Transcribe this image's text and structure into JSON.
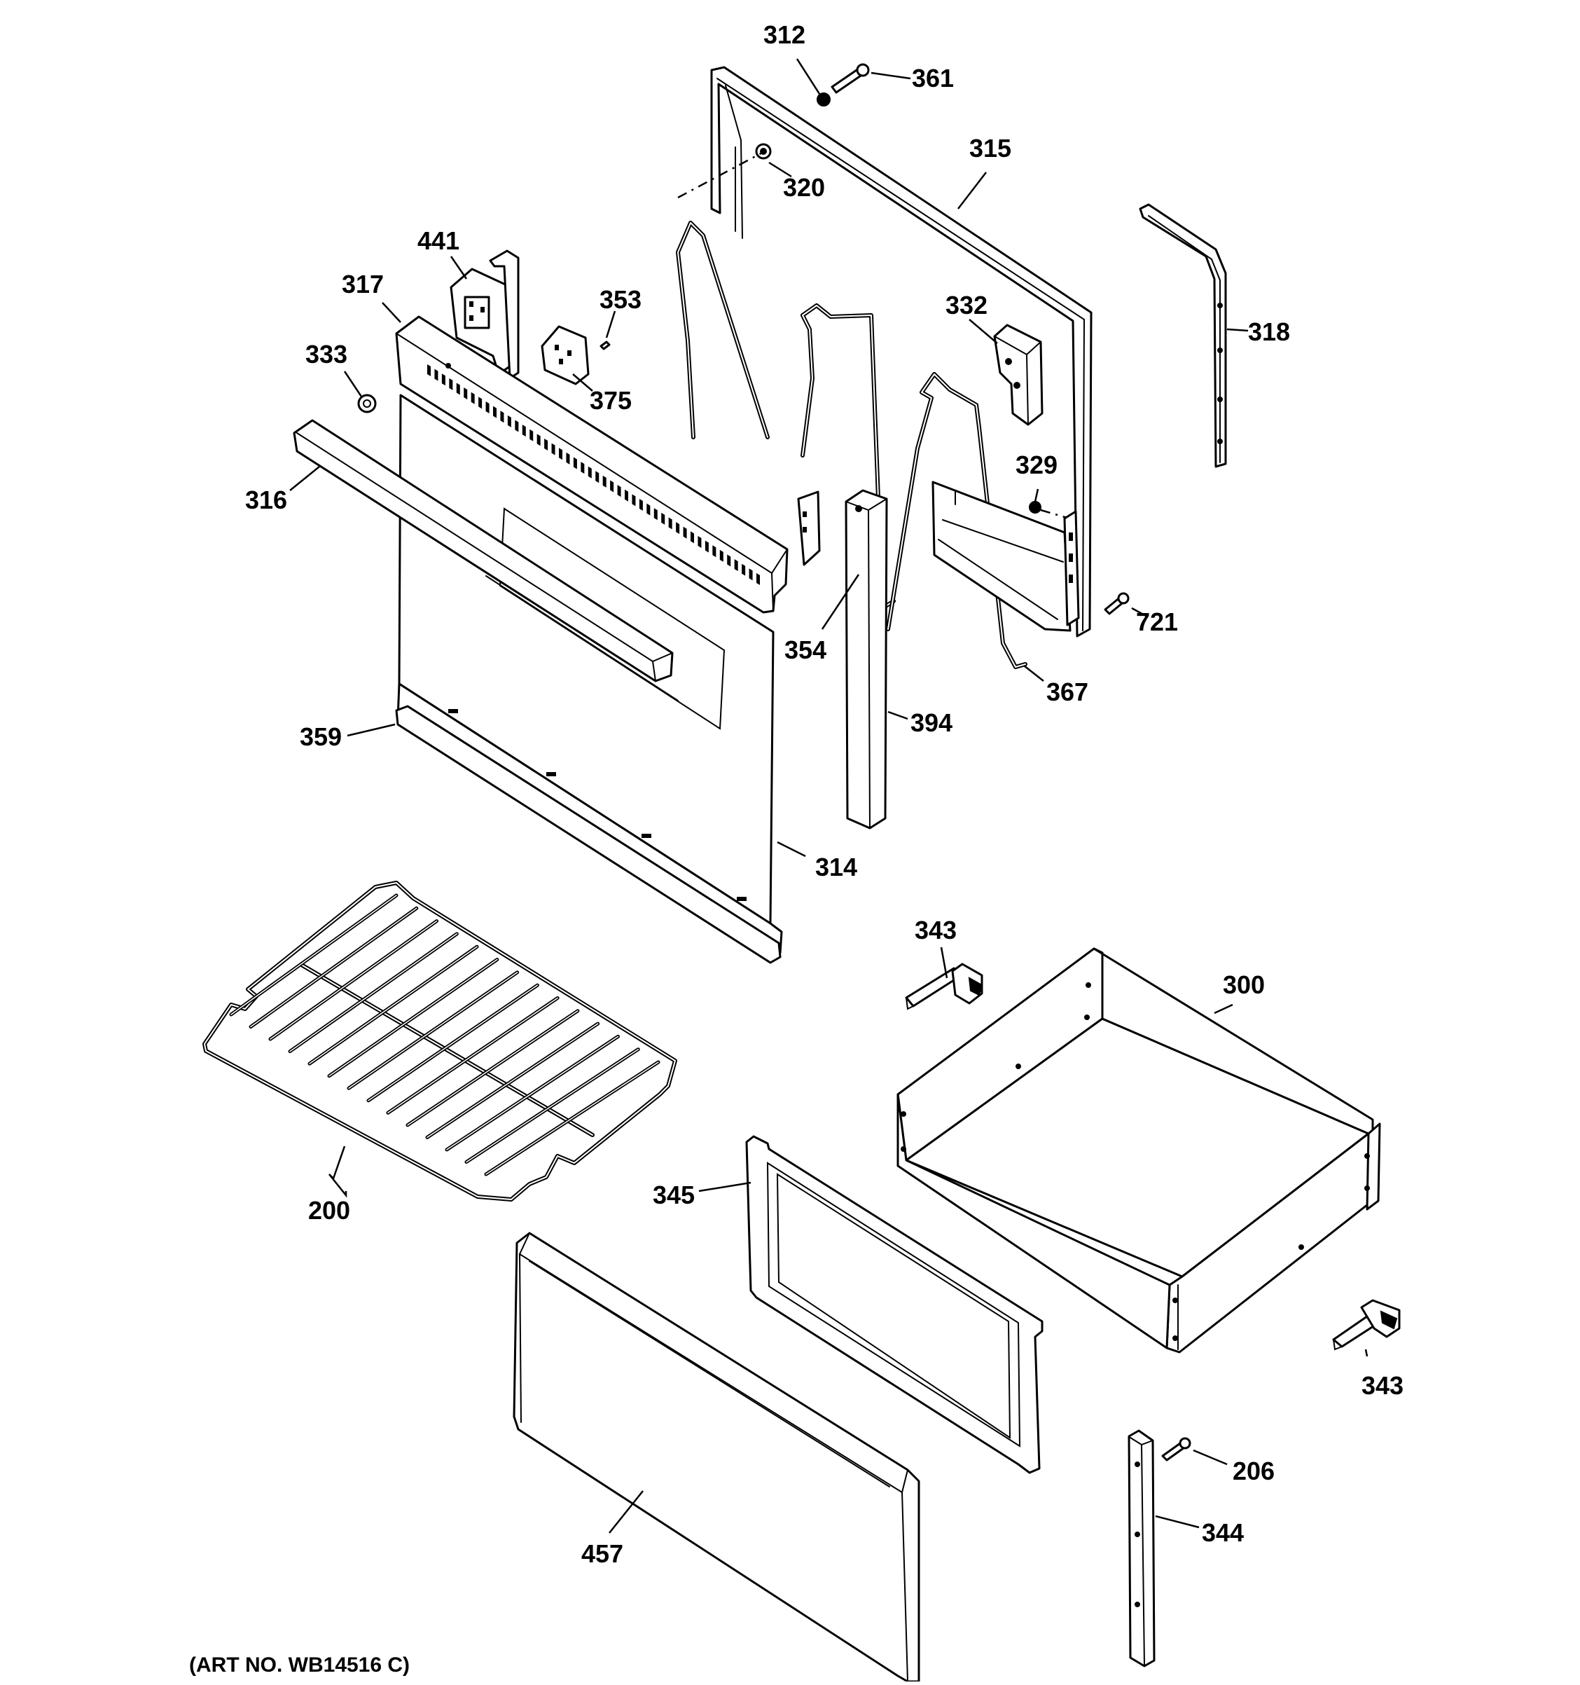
{
  "diagram": {
    "art_number": "(ART NO. WB14516 C)",
    "callouts": {
      "c312": "312",
      "c361": "361",
      "c315": "315",
      "c320": "320",
      "c441": "441",
      "c317": "317",
      "c353": "353",
      "c375": "375",
      "c333": "333",
      "c332": "332",
      "c318": "318",
      "c316": "316",
      "c329": "329",
      "c354": "354",
      "c721": "721",
      "c367": "367",
      "c394": "394",
      "c359": "359",
      "c314": "314",
      "c343a": "343",
      "c300": "300",
      "c200": "200",
      "c345": "345",
      "c343b": "343",
      "c206": "206",
      "c344": "344",
      "c457": "457"
    }
  }
}
